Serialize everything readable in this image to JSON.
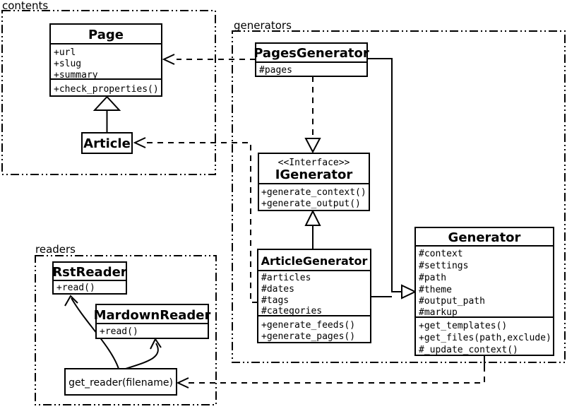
{
  "diagram_title": "UML class diagram",
  "colors": {
    "line": "#000000",
    "background": "#ffffff"
  },
  "packages": {
    "contents": {
      "label": "contents"
    },
    "generators": {
      "label": "generators"
    },
    "readers": {
      "label": "readers"
    }
  },
  "classes": {
    "page": {
      "name": "Page",
      "attributes": [
        "+url",
        "+slug",
        "+summary"
      ],
      "methods": [
        "+check_properties()"
      ]
    },
    "article": {
      "name": "Article"
    },
    "pages_generator": {
      "name": "PagesGenerator",
      "attributes": [
        "#pages"
      ]
    },
    "igenerator": {
      "stereotype": "<<Interface>>",
      "name": "IGenerator",
      "methods": [
        "+generate_context()",
        "+generate_output()"
      ]
    },
    "article_generator": {
      "name": "ArticleGenerator",
      "attributes": [
        "#articles",
        "#dates",
        "#tags",
        "#categories"
      ],
      "methods": [
        "+generate_feeds()",
        "+generate_pages()"
      ]
    },
    "generator": {
      "name": "Generator",
      "attributes": [
        "#context",
        "#settings",
        "#path",
        "#theme",
        "#output_path",
        "#markup"
      ],
      "methods": [
        "+get_templates()",
        "+get_files(path,exclude)",
        "#_update_context()"
      ]
    },
    "rst_reader": {
      "name": "RstReader",
      "methods": [
        "+read()"
      ]
    },
    "mardown_reader": {
      "name": "MardownReader",
      "methods": [
        "+read()"
      ]
    },
    "get_reader": {
      "label": "get_reader(filename)"
    }
  },
  "edges": [
    {
      "from": "Article",
      "to": "Page",
      "type": "generalization"
    },
    {
      "from": "PagesGenerator",
      "to": "Page",
      "type": "dependency"
    },
    {
      "from": "ArticleGenerator",
      "to": "Article",
      "type": "dependency"
    },
    {
      "from": "PagesGenerator",
      "to": "IGenerator",
      "type": "realization"
    },
    {
      "from": "ArticleGenerator",
      "to": "IGenerator",
      "type": "generalization"
    },
    {
      "from": "PagesGenerator",
      "to": "Generator",
      "type": "generalization"
    },
    {
      "from": "ArticleGenerator",
      "to": "Generator",
      "type": "generalization"
    },
    {
      "from": "Generator",
      "to": "get_reader(filename)",
      "type": "dependency"
    },
    {
      "from": "get_reader(filename)",
      "to": "RstReader",
      "type": "association"
    },
    {
      "from": "get_reader(filename)",
      "to": "MardownReader",
      "type": "association"
    }
  ]
}
